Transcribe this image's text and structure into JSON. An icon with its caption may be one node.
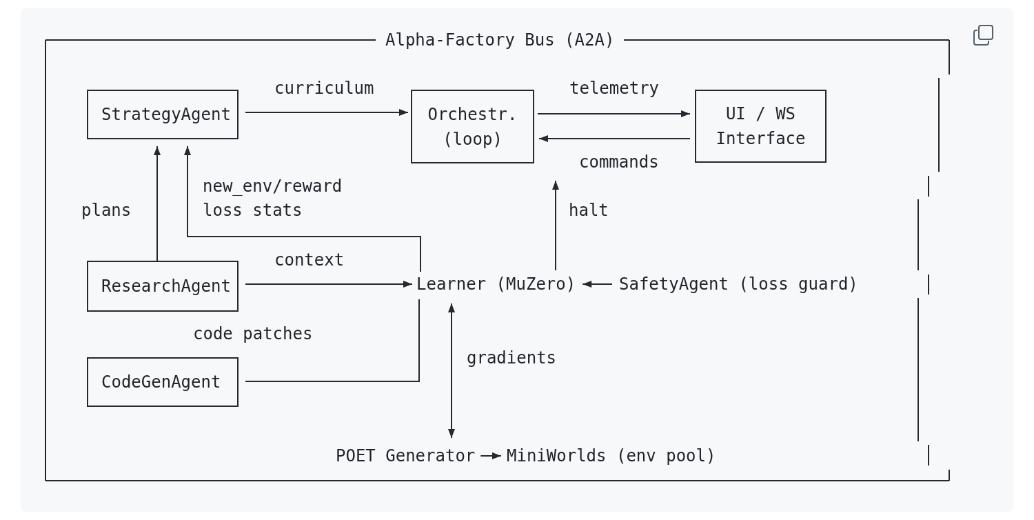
{
  "diagram": {
    "nodes": [
      {
        "text": [
          "Alpha‑Factory Bus (A2A)"
        ]
      },
      {
        "text": [
          "StrategyAgent"
        ],
        "in": 0
      },
      {
        "text": [
          "Orchestr. (loop)"
        ],
        "in": 0
      },
      {
        "text": [
          "UI / WS Interface"
        ],
        "in": 0
      },
      {
        "text": [
          "ResearchAgent"
        ],
        "in": 0
      },
      {
        "text": [
          "Learner (MuZero)"
        ],
        "in": 0
      },
      {
        "text": [
          "SafetyAgent (loss guard)"
        ],
        "in": 0
      },
      {
        "text": [
          "CodeGenAgent"
        ],
        "in": 0
      },
      {
        "text": [
          "POET Generator"
        ],
        "in": 0
      },
      {
        "text": [
          "MiniWorlds (env pool)"
        ],
        "in": 0
      }
    ],
    "edges": [
      {
        "from": 1,
        "to": 2,
        "arrow": "to",
        "label": "curriculum"
      },
      {
        "from": 2,
        "to": 3,
        "arrow": "to",
        "label": "telemetry"
      },
      {
        "from": 3,
        "to": 2,
        "arrow": "to",
        "label": "commands"
      },
      {
        "from": 4,
        "to": 1,
        "arrow": "to",
        "label": "plans"
      },
      {
        "from": 5,
        "to": 1,
        "arrow": "to",
        "label": "new_env/reward loss stats"
      },
      {
        "from": 4,
        "to": 5,
        "arrow": "to",
        "label": "context"
      },
      {
        "from": 7,
        "to": 5,
        "arrow": "none",
        "label": "code patches"
      },
      {
        "from": 5,
        "to": null,
        "arrow": "to",
        "label": "halt"
      },
      {
        "from": 6,
        "to": 5,
        "arrow": "to"
      },
      {
        "from": 5,
        "to": 8,
        "arrow": "both",
        "label": "gradients"
      },
      {
        "from": 8,
        "to": 9,
        "arrow": "to"
      }
    ]
  }
}
